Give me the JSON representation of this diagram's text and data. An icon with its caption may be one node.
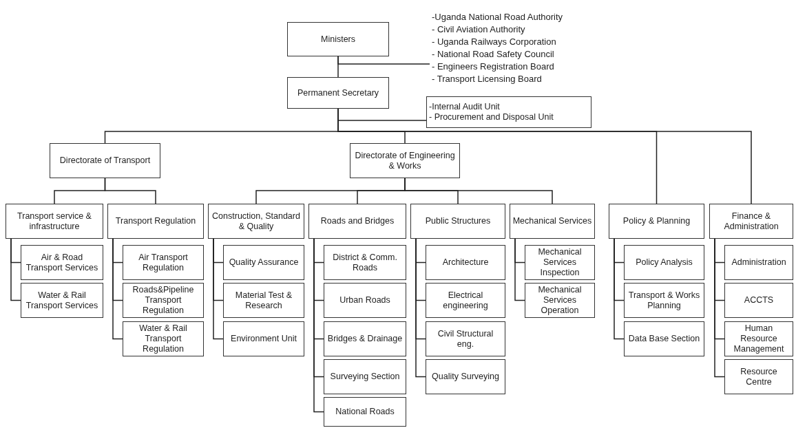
{
  "diagram": {
    "nodes": [
      {
        "text": [
          "Ministers"
        ]
      },
      {
        "text": [
          "-Uganda National Road Authority",
          "- Civil Aviation Authority",
          "- Uganda Railways Corporation",
          "- National Road Safety Council",
          "- Engineers Registration Board",
          "- Transport Licensing Board"
        ]
      },
      {
        "text": [
          "Permanent Secretary"
        ]
      },
      {
        "text": [
          "-Internal Audit Unit",
          "- Procurement and Disposal Unit"
        ]
      },
      {
        "text": [
          "Directorate of Transport"
        ]
      },
      {
        "text": [
          "Directorate of Engineering & Works"
        ]
      },
      {
        "text": [
          "Policy & Planning"
        ]
      },
      {
        "text": [
          "Finance & Administration"
        ]
      },
      {
        "text": [
          "Transport service & infrastructure"
        ]
      },
      {
        "text": [
          "Transport Regulation"
        ]
      },
      {
        "text": [
          "Construction, Standard & Quality"
        ]
      },
      {
        "text": [
          "Roads and Bridges"
        ]
      },
      {
        "text": [
          "Public Structures"
        ]
      },
      {
        "text": [
          "Mechanical Services"
        ]
      },
      {
        "text": [
          "Air & Road Transport Services"
        ]
      },
      {
        "text": [
          "Water & Rail Transport Services"
        ]
      },
      {
        "text": [
          "Air Transport Regulation"
        ]
      },
      {
        "text": [
          "Roads&Pipeline Transport Regulation"
        ]
      },
      {
        "text": [
          "Water & Rail Transport Regulation"
        ]
      },
      {
        "text": [
          "Quality Assurance"
        ]
      },
      {
        "text": [
          "Material Test & Research"
        ]
      },
      {
        "text": [
          "Environment Unit"
        ]
      },
      {
        "text": [
          "District & Comm. Roads"
        ]
      },
      {
        "text": [
          "Urban Roads"
        ]
      },
      {
        "text": [
          "Bridges & Drainage"
        ]
      },
      {
        "text": [
          "Surveying Section"
        ]
      },
      {
        "text": [
          "National Roads"
        ]
      },
      {
        "text": [
          "Architecture"
        ]
      },
      {
        "text": [
          "Electrical engineering"
        ]
      },
      {
        "text": [
          "Civil Structural eng."
        ]
      },
      {
        "text": [
          "Quality Surveying"
        ]
      },
      {
        "text": [
          "Mechanical Services Inspection"
        ]
      },
      {
        "text": [
          "Mechanical Services Operation"
        ]
      },
      {
        "text": [
          "Policy Analysis"
        ]
      },
      {
        "text": [
          "Transport & Works Planning"
        ]
      },
      {
        "text": [
          "Data Base Section"
        ]
      },
      {
        "text": [
          "Administration"
        ]
      },
      {
        "text": [
          "ACCTS"
        ]
      },
      {
        "text": [
          "Human Resource Management"
        ]
      },
      {
        "text": [
          "Resource Centre"
        ]
      }
    ],
    "edges": [
      {
        "from": 0,
        "to": 1,
        "arrow": "none"
      },
      {
        "from": 0,
        "to": 2,
        "arrow": "none"
      },
      {
        "from": 2,
        "to": 3,
        "arrow": "none"
      },
      {
        "from": 2,
        "to": 4,
        "arrow": "none"
      },
      {
        "from": 2,
        "to": 5,
        "arrow": "none"
      },
      {
        "from": 2,
        "to": 6,
        "arrow": "none"
      },
      {
        "from": 2,
        "to": 7,
        "arrow": "none"
      },
      {
        "from": 4,
        "to": 8,
        "arrow": "none"
      },
      {
        "from": 4,
        "to": 9,
        "arrow": "none"
      },
      {
        "from": 5,
        "to": 10,
        "arrow": "none"
      },
      {
        "from": 5,
        "to": 11,
        "arrow": "none"
      },
      {
        "from": 5,
        "to": 12,
        "arrow": "none"
      },
      {
        "from": 5,
        "to": 13,
        "arrow": "none"
      },
      {
        "from": 8,
        "to": 14,
        "arrow": "none"
      },
      {
        "from": 8,
        "to": 15,
        "arrow": "none"
      },
      {
        "from": 9,
        "to": 16,
        "arrow": "none"
      },
      {
        "from": 9,
        "to": 17,
        "arrow": "none"
      },
      {
        "from": 9,
        "to": 18,
        "arrow": "none"
      },
      {
        "from": 10,
        "to": 19,
        "arrow": "none"
      },
      {
        "from": 10,
        "to": 20,
        "arrow": "none"
      },
      {
        "from": 10,
        "to": 21,
        "arrow": "none"
      },
      {
        "from": 11,
        "to": 22,
        "arrow": "none"
      },
      {
        "from": 11,
        "to": 23,
        "arrow": "none"
      },
      {
        "from": 11,
        "to": 24,
        "arrow": "none"
      },
      {
        "from": 11,
        "to": 25,
        "arrow": "none"
      },
      {
        "from": 11,
        "to": 26,
        "arrow": "none"
      },
      {
        "from": 12,
        "to": 27,
        "arrow": "none"
      },
      {
        "from": 12,
        "to": 28,
        "arrow": "none"
      },
      {
        "from": 12,
        "to": 29,
        "arrow": "none"
      },
      {
        "from": 12,
        "to": 30,
        "arrow": "none"
      },
      {
        "from": 13,
        "to": 31,
        "arrow": "none"
      },
      {
        "from": 13,
        "to": 32,
        "arrow": "none"
      },
      {
        "from": 6,
        "to": 33,
        "arrow": "none"
      },
      {
        "from": 6,
        "to": 34,
        "arrow": "none"
      },
      {
        "from": 6,
        "to": 35,
        "arrow": "none"
      },
      {
        "from": 7,
        "to": 36,
        "arrow": "none"
      },
      {
        "from": 7,
        "to": 37,
        "arrow": "none"
      },
      {
        "from": 7,
        "to": 38,
        "arrow": "none"
      },
      {
        "from": 7,
        "to": 39,
        "arrow": "none"
      }
    ]
  }
}
